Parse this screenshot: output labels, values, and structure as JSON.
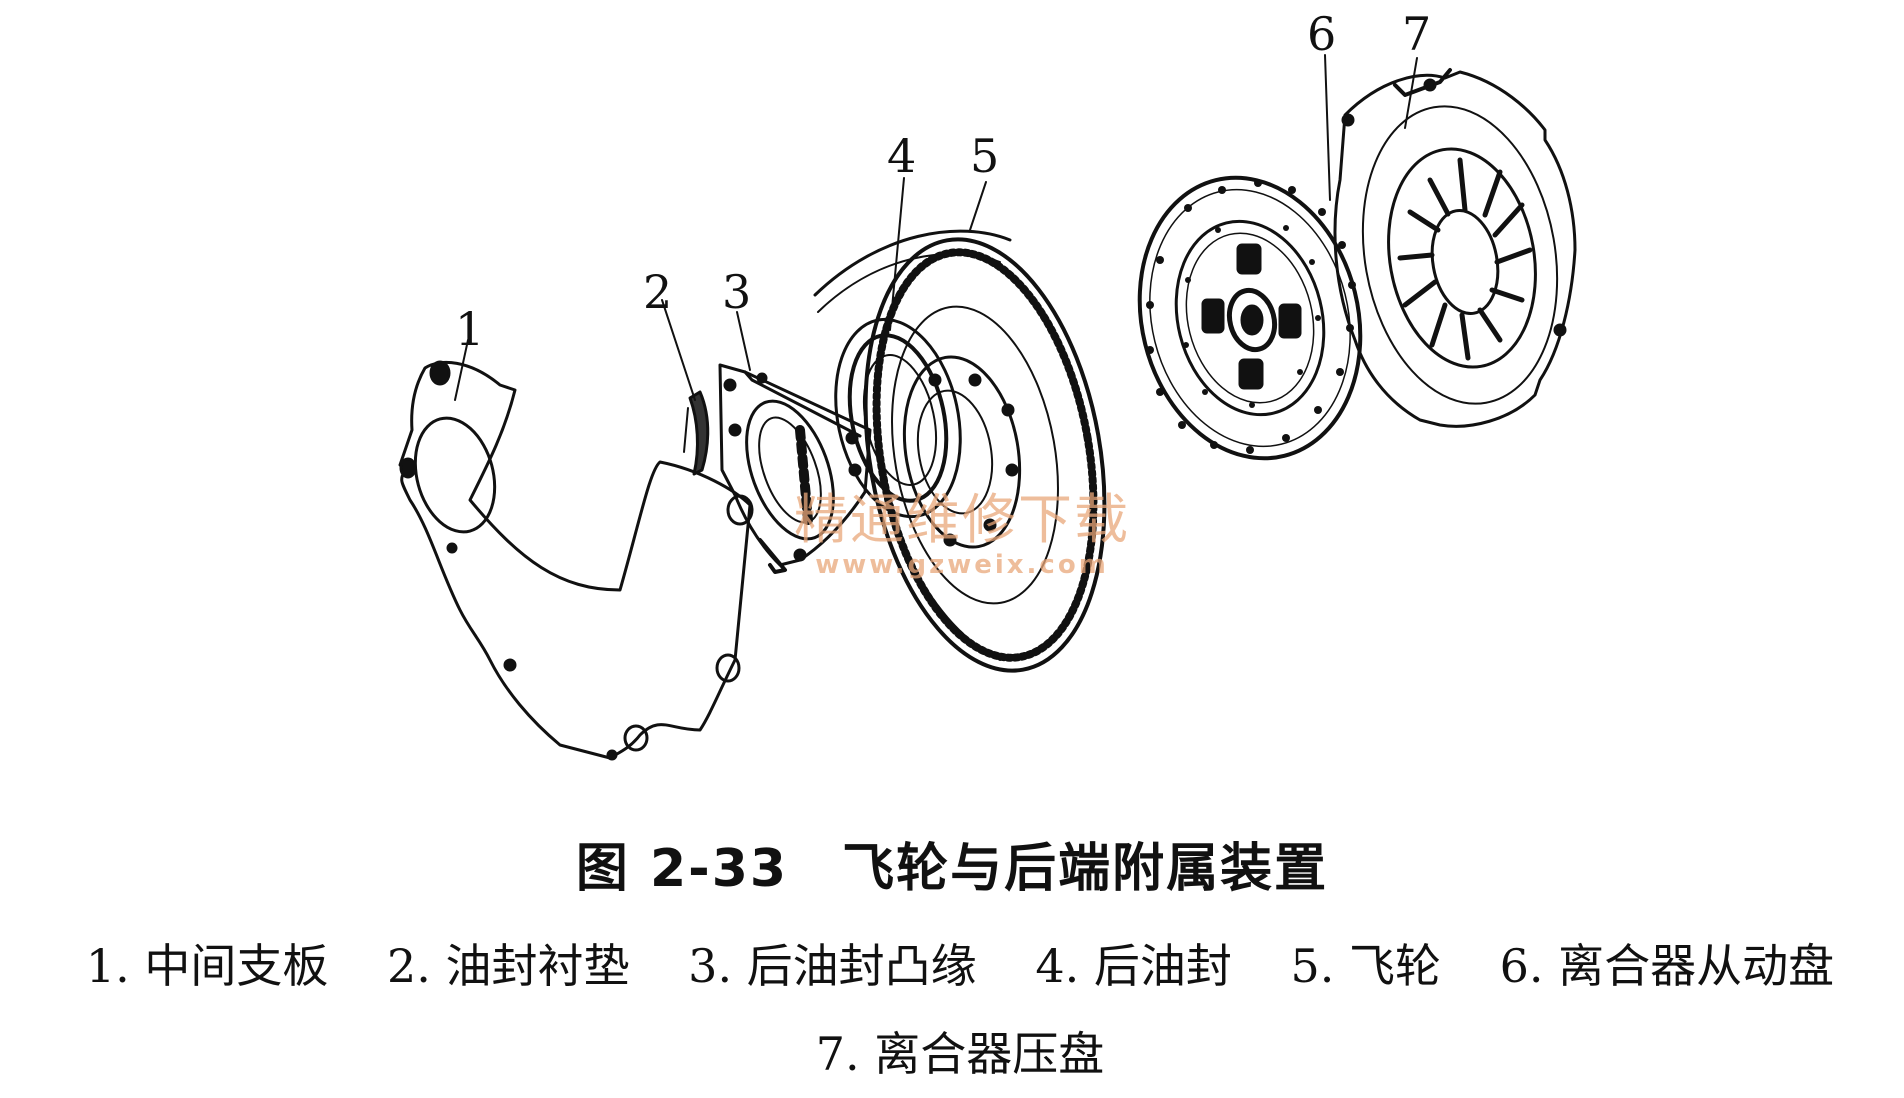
{
  "figure": {
    "caption": "图 2-33　飞轮与后端附属装置",
    "legend": [
      "1. 中间支板",
      "2. 油封衬垫",
      "3. 后油封凸缘",
      "4. 后油封",
      "5. 飞轮",
      "6. 离合器从动盘",
      "7. 离合器压盘"
    ],
    "callouts": [
      "1",
      "2",
      "3",
      "4",
      "5",
      "6",
      "7"
    ]
  },
  "watermark": {
    "text": "精通维修下载",
    "url": "www.gzweix.com"
  }
}
